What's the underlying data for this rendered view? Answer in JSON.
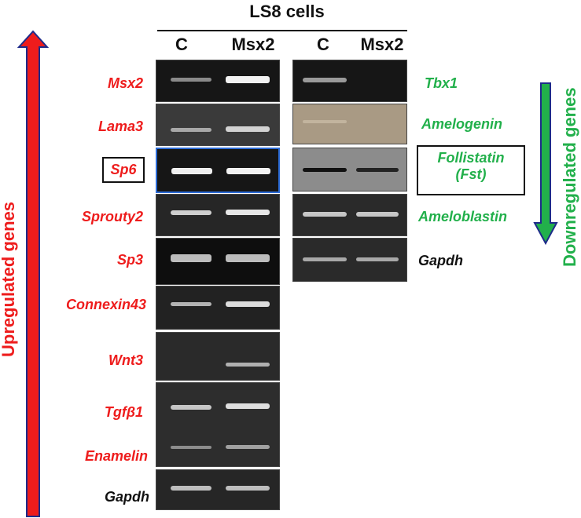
{
  "header": {
    "title": "LS8 cells"
  },
  "columns": {
    "c_left": "C",
    "msx2_left": "Msx2",
    "c_right": "C",
    "msx2_right": "Msx2"
  },
  "left_genes": [
    "Msx2",
    "Lama3",
    "Sp6",
    "Sprouty2",
    "Sp3",
    "Connexin43",
    "Wnt3",
    "Tgfβ1",
    "Enamelin",
    "Gapdh"
  ],
  "right_genes": [
    "Tbx1",
    "Amelogenin",
    "Follistatin",
    "(Fst)",
    "Ameloblastin",
    "Gapdh"
  ],
  "arrows": {
    "up_label": "Upregulated genes",
    "down_label": "Downregulated genes",
    "up_color": "#ee1c1c",
    "down_color": "#22b04b"
  },
  "colors": {
    "upregulated": "#ee1c1c",
    "downregulated": "#22b04b",
    "control": "#111111"
  }
}
